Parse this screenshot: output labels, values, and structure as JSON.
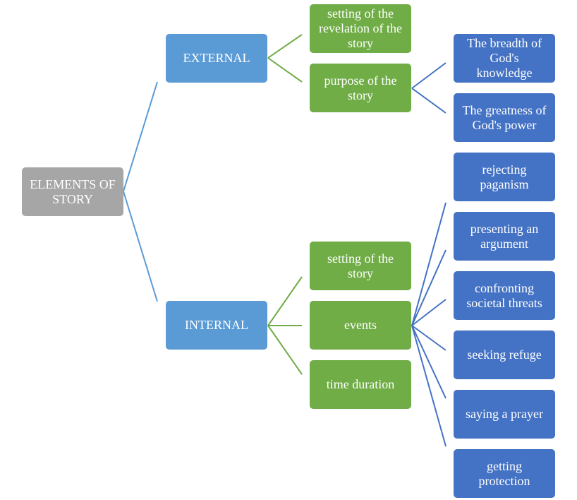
{
  "colors": {
    "root": "#a6a6a6",
    "level1": "#5b9bd5",
    "level2": "#70ad47",
    "level3": "#4472c4",
    "text": "#ffffff"
  },
  "root": {
    "label": "ELEMENTS OF\nSTORY"
  },
  "external": {
    "label": "EXTERNAL",
    "children": [
      {
        "label": "setting of the\nrevelation of the\nstory"
      },
      {
        "label": "purpose of the\nstory",
        "children": [
          {
            "label": "The breadth of\nGod's\nknowledge"
          },
          {
            "label": "The greatness of\nGod's power"
          }
        ]
      }
    ]
  },
  "internal": {
    "label": "INTERNAL",
    "children": [
      {
        "label": "setting of the\nstory"
      },
      {
        "label": "events",
        "children": [
          {
            "label": "rejecting\npaganism"
          },
          {
            "label": "presenting an\nargument"
          },
          {
            "label": "confronting\nsocietal threats"
          },
          {
            "label": "seeking refuge"
          },
          {
            "label": "saying a prayer"
          },
          {
            "label": "getting\nprotection"
          }
        ]
      },
      {
        "label": "time duration"
      }
    ]
  }
}
